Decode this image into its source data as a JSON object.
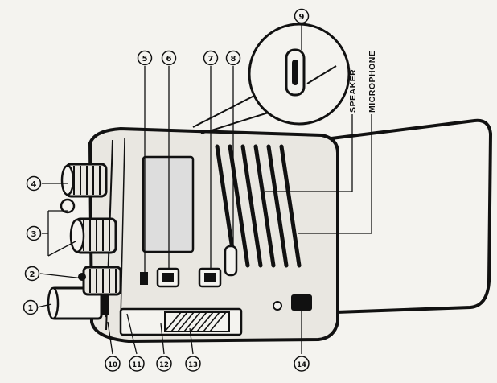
{
  "callouts": [
    {
      "id": "1",
      "label": "1"
    },
    {
      "id": "2",
      "label": "2"
    },
    {
      "id": "3",
      "label": "3"
    },
    {
      "id": "4",
      "label": "4"
    },
    {
      "id": "5",
      "label": "5"
    },
    {
      "id": "6",
      "label": "6"
    },
    {
      "id": "7",
      "label": "7"
    },
    {
      "id": "8",
      "label": "8"
    },
    {
      "id": "9",
      "label": "9"
    },
    {
      "id": "10",
      "label": "10"
    },
    {
      "id": "11",
      "label": "11"
    },
    {
      "id": "12",
      "label": "12"
    },
    {
      "id": "13",
      "label": "13"
    },
    {
      "id": "14",
      "label": "14"
    }
  ],
  "labels": {
    "speaker": "SPEAKER",
    "microphone": "MICROPHONE"
  }
}
